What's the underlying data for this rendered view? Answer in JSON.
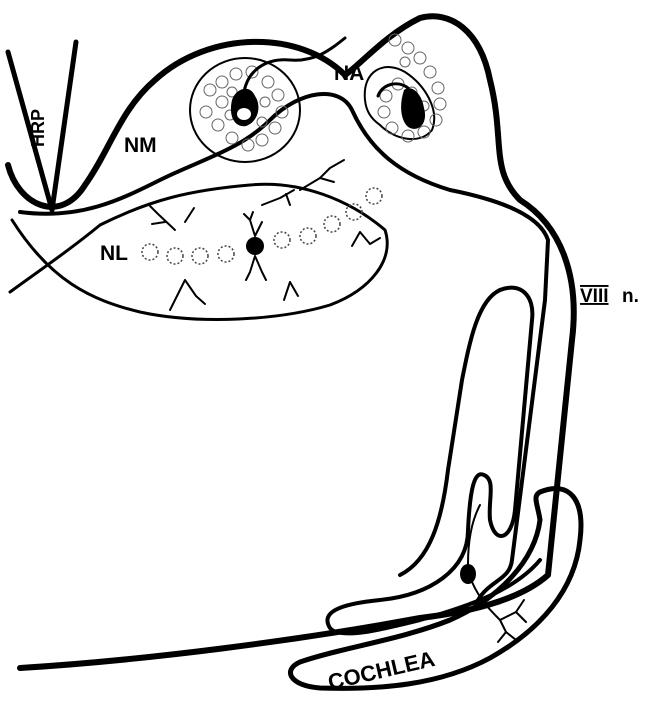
{
  "labels": {
    "hrp": "HRP",
    "nm": "NM",
    "na": "NA",
    "nl": "NL",
    "viii_roman": "VIII",
    "viii_suffix": "n.",
    "cochlea": "COCHLEA"
  },
  "colors": {
    "ink": "#000000",
    "paper": "#ffffff",
    "stipple": "#555555"
  }
}
